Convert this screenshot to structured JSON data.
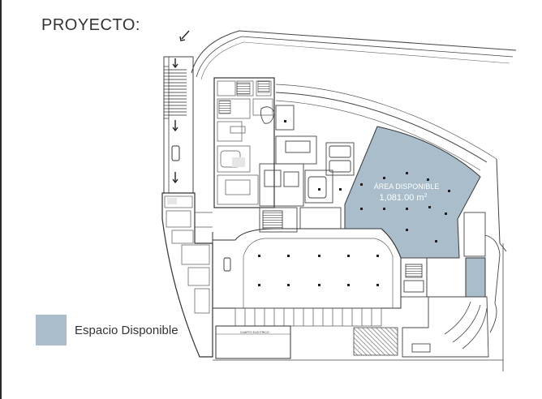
{
  "header": {
    "title": "PROYECTO:"
  },
  "colors": {
    "available": "#a9bdcb",
    "line": "#3a3a3a",
    "room_fill": "#e6e6e6",
    "text": "#333333"
  },
  "area": {
    "label": "ÁREA DISPONIBLE",
    "value": "1,081.00 m",
    "unit_sup": "2"
  },
  "legend": {
    "label": "Espacio Disponible"
  },
  "plan_labels": {
    "electrical_room": "CUARTO ELECTRICO"
  }
}
